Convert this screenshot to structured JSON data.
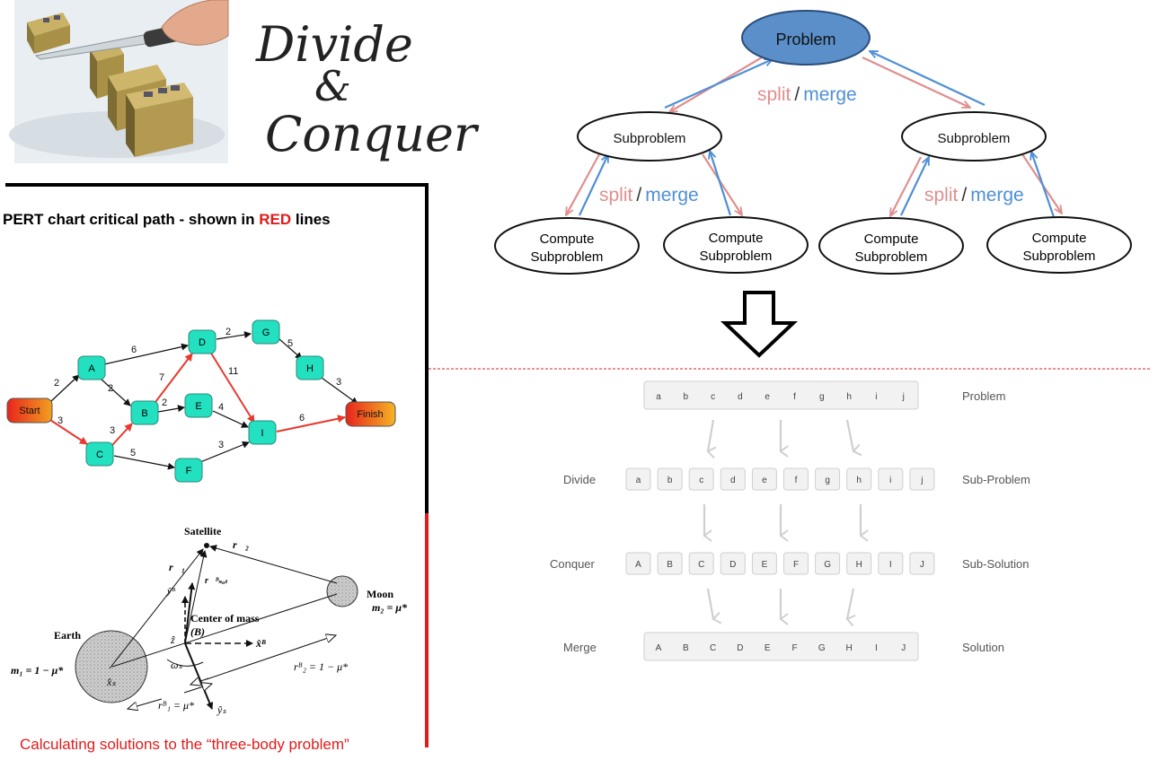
{
  "logo": {
    "line1": "Divide",
    "line2": "&",
    "line3": "Conquer"
  },
  "tree": {
    "root": "Problem",
    "edge_split": "split",
    "edge_sep": "/",
    "edge_merge": "merge",
    "sub_left": "Subproblem",
    "sub_right": "Subproblem",
    "compute_line1": "Compute",
    "compute_line2": "Subproblem",
    "colors": {
      "root_fill": "#5b8fc9",
      "split": "#e08f8f",
      "merge": "#4f8fd6"
    }
  },
  "pert": {
    "title_prefix": "PERT chart critical path - shown in ",
    "title_red": "RED",
    "title_suffix": " lines",
    "nodes": {
      "start": "Start",
      "finish": "Finish",
      "A": "A",
      "B": "B",
      "C": "C",
      "D": "D",
      "E": "E",
      "F": "F",
      "G": "G",
      "H": "H",
      "I": "I"
    },
    "weights": {
      "start_A": "2",
      "start_C": "3",
      "A_D": "6",
      "A_B": "2",
      "C_B": "3",
      "C_F": "5",
      "B_D": "7",
      "B_E": "2",
      "D_G": "2",
      "D_I": "11",
      "E_I": "4",
      "F_I": "3",
      "G_H": "5",
      "H_finish": "3",
      "I_finish": "6"
    },
    "colors": {
      "critical": "#e8392e",
      "node_fill": "#22e0c0"
    }
  },
  "three_body": {
    "satellite": "Satellite",
    "moon": "Moon",
    "earth": "Earth",
    "center_of_mass": "Center of mass",
    "B": "(B)",
    "m2": "m₂ = μ*",
    "m1": "m₁ = 1 − μ*",
    "rB2": "rᴮ₂ = 1 − μ*",
    "rB1": "rᴮ₁ = μ*",
    "r1": "r⃗₁",
    "r2": "r⃗₂",
    "rBsat": "r⃗ᴮₛₐₜ",
    "yB": "ŷᴮ",
    "xB": "x̂ᴮ",
    "z": "ẑ",
    "omega": "ωₛ",
    "xs": "x̂ₛ",
    "ys": "ŷₛ",
    "caption": "Calculating solutions to the “three-body problem”"
  },
  "pipeline": {
    "problem_letters": [
      "a",
      "b",
      "c",
      "d",
      "e",
      "f",
      "g",
      "h",
      "i",
      "j"
    ],
    "sub_letters": [
      "a",
      "b",
      "c",
      "d",
      "e",
      "f",
      "g",
      "h",
      "i",
      "j"
    ],
    "solution_letters": [
      "A",
      "B",
      "C",
      "D",
      "E",
      "F",
      "G",
      "H",
      "I",
      "J"
    ],
    "merged_letters": [
      "A",
      "B",
      "C",
      "D",
      "E",
      "F",
      "G",
      "H",
      "I",
      "J"
    ],
    "labels_left": {
      "divide": "Divide",
      "conquer": "Conquer",
      "merge": "Merge"
    },
    "labels_right": {
      "problem": "Problem",
      "sub_problem": "Sub-Problem",
      "sub_solution": "Sub-Solution",
      "solution": "Solution"
    }
  }
}
